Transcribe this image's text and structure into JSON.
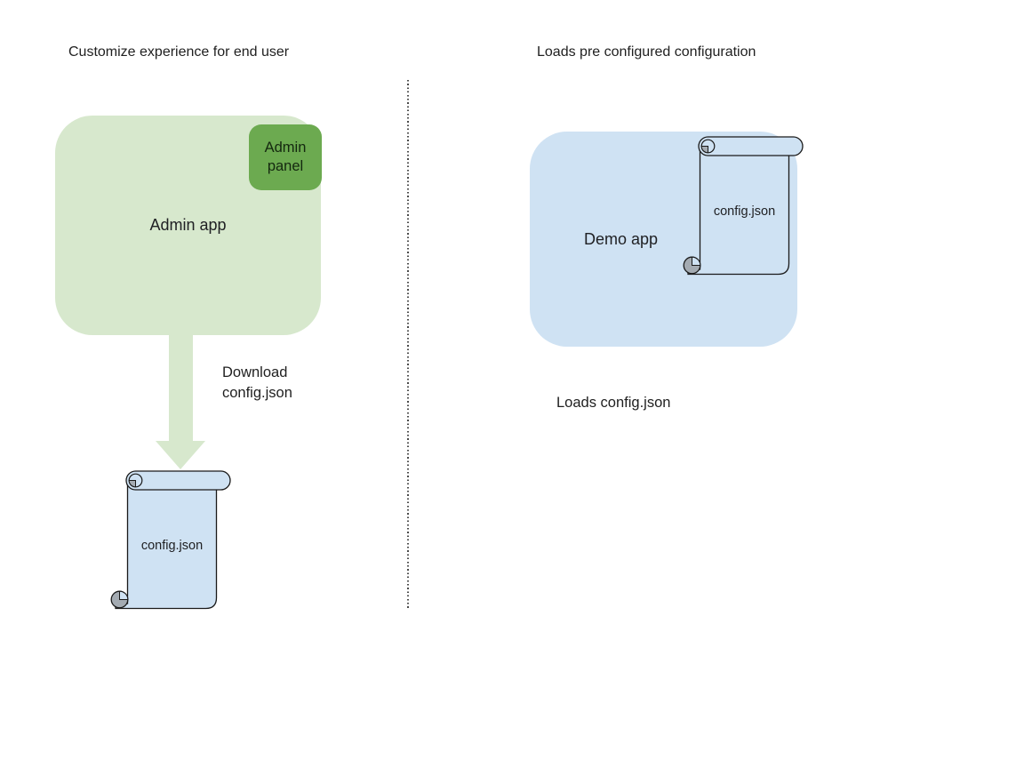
{
  "left_section": {
    "title": "Customize experience for end user",
    "admin_app_label": "Admin app",
    "admin_panel_label": "Admin panel",
    "download_line1": "Download",
    "download_line2": "config.json",
    "config_file_label": "config.json"
  },
  "right_section": {
    "title": "Loads pre configured configuration",
    "demo_app_label": "Demo app",
    "config_file_label": "config.json",
    "caption": "Loads config.json"
  },
  "colors": {
    "admin_app_green": "#d7e8cd",
    "admin_panel_green": "#6caa50",
    "file_blue": "#cfe2f3",
    "scroll_roll_gray": "#a4abb2",
    "outline_black": "#1a1a1a"
  }
}
